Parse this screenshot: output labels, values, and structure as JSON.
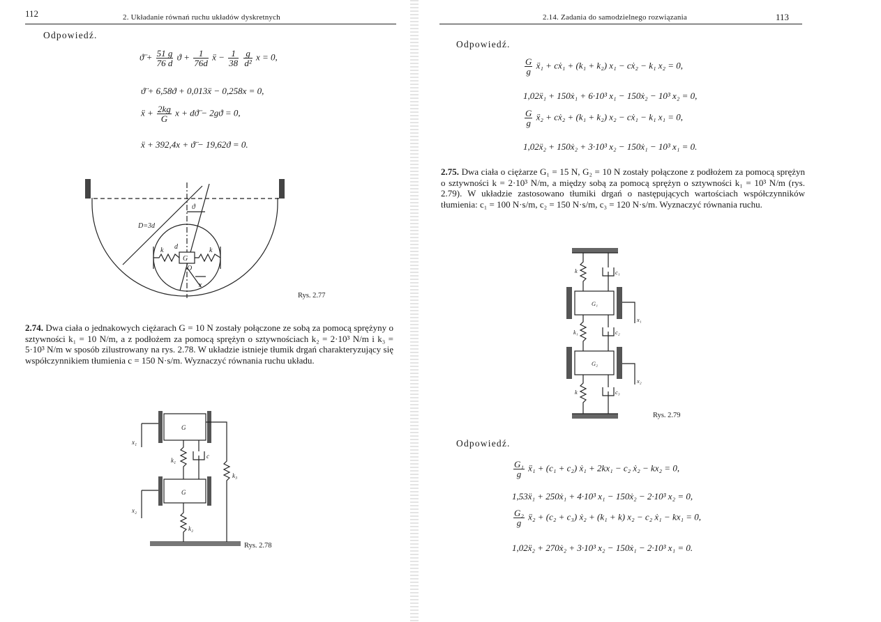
{
  "left_page": {
    "page_number": "112",
    "running_header": "2. Układanie równań ruchu układów dyskretnych",
    "answer_label": "Odpowiedź.",
    "eq1": {
      "t_a": "ϑ̈ +",
      "f1_num": "51 g",
      "f1_den": "76 d",
      "t_b": "ϑ +",
      "f2_num": "1",
      "f2_den": "76d",
      "t_c": "ẍ −",
      "f3_num": "1",
      "f3_den": "38",
      "f4_num": "g",
      "f4_den": "d²",
      "t_d": "x = 0,"
    },
    "eq2": "ϑ̈ + 6,58ϑ + 0,013ẍ − 0,258x = 0,",
    "eq3": {
      "t_a": "ẍ +",
      "f_num": "2kg",
      "f_den": "G",
      "t_b": "x + dϑ̈ − 2gϑ = 0,"
    },
    "eq4": "ẍ + 392,4x + ϑ̈ − 19,62ϑ = 0.",
    "fig77": {
      "caption": "Rys. 2.77",
      "lbl_D": "D=3d",
      "lbl_theta": "ϑ",
      "lbl_d": "d",
      "lbl_k1": "k",
      "lbl_k2": "k",
      "lbl_G": "G",
      "lbl_O": "O",
      "lbl_x": "x"
    },
    "problem_number": "2.74.",
    "problem_text": "Dwa ciała o jednakowych ciężarach G = 10 N zostały połączone ze sobą za pomocą sprężyny o sztywności k₁ = 10 N/m, a z podłożem za pomocą sprężyn o sztywnościach k₂ = 2·10³ N/m i k₃ = 5·10³ N/m w sposób zilustrowany na rys. 2.78. W układzie istnieje tłumik drgań charakteryzujący się współczynnikiem tłumienia c = 150 N·s/m. Wyznaczyć równania ruchu układu.",
    "fig78": {
      "caption": "Rys. 2.78",
      "lbl_G1": "G",
      "lbl_G2": "G",
      "lbl_x1": "x₁",
      "lbl_x2": "x₂",
      "lbl_k1": "k₁",
      "lbl_k2": "k₂",
      "lbl_k3": "k₃",
      "lbl_c": "c"
    }
  },
  "right_page": {
    "page_number": "113",
    "running_header": "2.14. Zadania do samodzielnego rozwiązania",
    "answer_label": "Odpowiedź.",
    "eq1": {
      "f_num": "G",
      "f_den": "g",
      "rest": "ẍ₁ + cẋ₁ + (k₁ + k₂) x₁ − cẋ₂ − k₁ x₂ = 0,"
    },
    "eq2": "1,02ẍ₁ + 150ẋ₁ + 6·10³ x₁ − 150ẋ₂ − 10³ x₂ = 0,",
    "eq3": {
      "f_num": "G",
      "f_den": "g",
      "rest": "ẍ₂ + cẋ₂ + (k₁ + k₂) x₂ − cẋ₁ − k₁ x₁ = 0,"
    },
    "eq4": "1,02ẍ₂ + 150ẋ₂ + 3·10³ x₂ − 150ẋ₁ − 10³ x₁ = 0.",
    "problem_number": "2.75.",
    "problem_text": "Dwa ciała o ciężarze G₁ = 15 N, G₂ = 10 N zostały połączone z podłożem za pomocą sprężyn o sztywności k = 2·10³ N/m, a między sobą za pomocą sprężyn o sztywności k₁ = 10³ N/m (rys. 2.79). W układzie zastosowano tłumiki drgań o następujących wartościach współczynników tłumienia: c₁ = 100 N·s/m, c₂ = 150 N·s/m, c₃ = 120 N·s/m. Wyznaczyć równania ruchu.",
    "fig79": {
      "caption": "Rys. 2.79",
      "lbl_G1": "G₁",
      "lbl_G2": "G₂",
      "lbl_x1": "x₁",
      "lbl_x2": "x₂",
      "lbl_k_top": "k",
      "lbl_k1": "k₁",
      "lbl_k_bot": "k",
      "lbl_c1": "c₁",
      "lbl_c2": "c₂",
      "lbl_c3": "c₃"
    },
    "answer2_label": "Odpowiedź.",
    "eq5": {
      "f_num": "G₁",
      "f_den": "g",
      "rest": "ẍ₁ + (c₁ + c₂) ẋ₁ + 2kx₁ − c₂ ẋ₂ − kx₂ = 0,"
    },
    "eq6": "1,53ẍ₁ + 250ẋ₁ + 4·10³ x₁ − 150ẋ₂ − 2·10³ x₂ = 0,",
    "eq7": {
      "f_num": "G₂",
      "f_den": "g",
      "rest": "ẍ₂ + (c₂ + c₃) ẋ₂ + (k₁ + k) x₂ − c₂ ẋ₁ − kx₁ = 0,"
    },
    "eq8": "1,02ẍ₂ + 270ẋ₂ + 3·10³ x₂ − 150ẋ₁ − 2·10³ x₁ = 0."
  }
}
